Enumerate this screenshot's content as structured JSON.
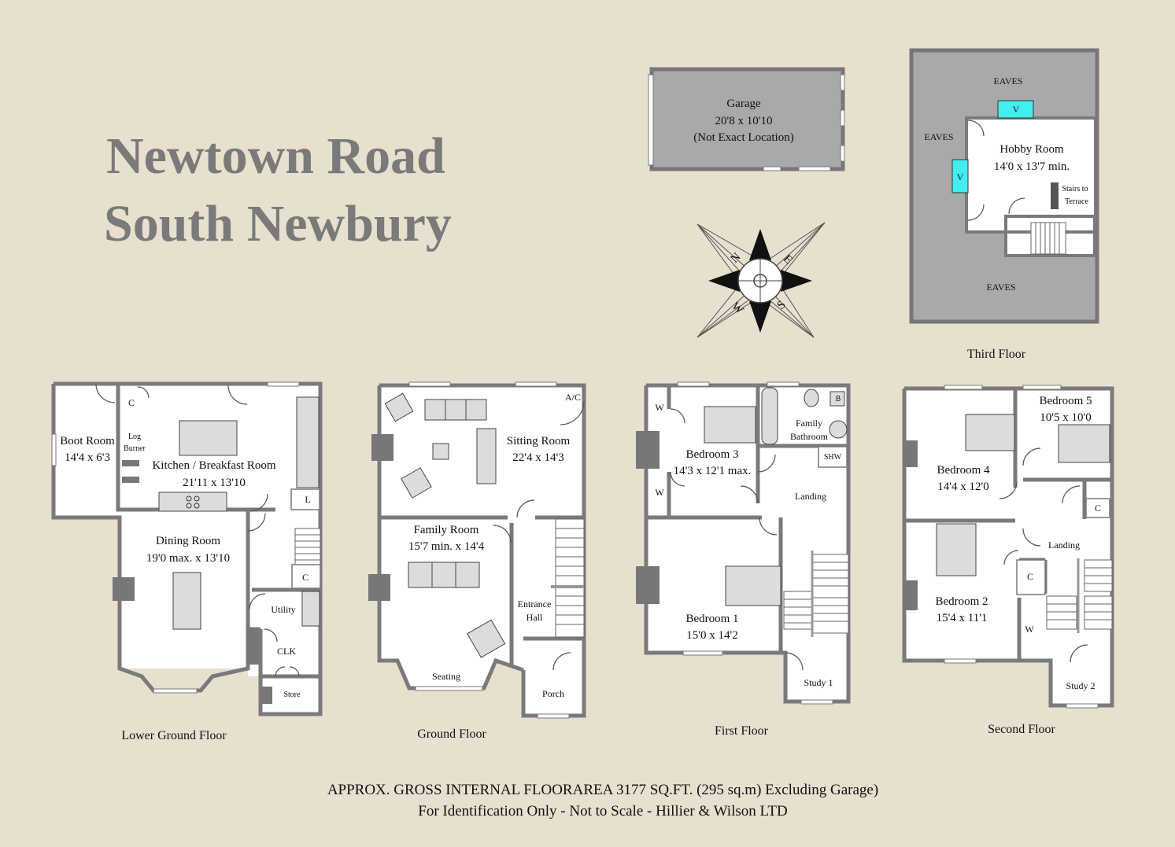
{
  "title": {
    "line1": "Newtown Road",
    "line2": "South Newbury"
  },
  "garage": {
    "name": "Garage",
    "size": "20'8 x 10'10",
    "note": "(Not Exact Location)"
  },
  "compass": {
    "n": "N",
    "e": "E",
    "s": "S",
    "w": "W"
  },
  "third_floor": {
    "caption": "Third Floor",
    "eaves_top": "EAVES",
    "eaves_left": "EAVES",
    "eaves_bottom": "EAVES",
    "hobby_name": "Hobby Room",
    "hobby_size": "14'0 x 13'7 min.",
    "stairs_label_1": "Stairs to",
    "stairs_label_2": "Terrace",
    "velux": "V"
  },
  "lower_ground": {
    "caption": "Lower Ground Floor",
    "boot_name": "Boot Room",
    "boot_size": "14'4 x 6'3",
    "kitchen_name": "Kitchen / Breakfast Room",
    "kitchen_size": "21'11 x 13'10",
    "log_1": "Log",
    "log_2": "Burner",
    "cupboard": "C",
    "larder": "L",
    "dining_name": "Dining Room",
    "dining_size": "19'0 max. x 13'10",
    "utility": "Utility",
    "clk": "CLK",
    "store": "Store",
    "c2": "C"
  },
  "ground": {
    "caption": "Ground Floor",
    "sitting_name": "Sitting Room",
    "sitting_size": "22'4 x 14'3",
    "ac": "A/C",
    "family_name": "Family Room",
    "family_size": "15'7 min. x 14'4",
    "seating": "Seating",
    "hall_1": "Entrance",
    "hall_2": "Hall",
    "porch": "Porch"
  },
  "first": {
    "caption": "First Floor",
    "bed3_name": "Bedroom 3",
    "bed3_size": "14'3 x 12'1 max.",
    "bath_1": "Family",
    "bath_2": "Bathroom",
    "boiler": "B",
    "shw": "SHW",
    "wardrobe": "W",
    "landing": "Landing",
    "bed1_name": "Bedroom 1",
    "bed1_size": "15'0 x 14'2",
    "study": "Study 1"
  },
  "second": {
    "caption": "Second Floor",
    "bed5_name": "Bedroom 5",
    "bed5_size": "10'5 x 10'0",
    "bed4_name": "Bedroom 4",
    "bed4_size": "14'4 x 12'0",
    "cupboard": "C",
    "landing": "Landing",
    "bed2_name": "Bedroom 2",
    "bed2_size": "15'4 x 11'1",
    "wardrobe": "W",
    "study": "Study 2"
  },
  "footer": {
    "line1": "APPROX. GROSS INTERNAL FLOORAREA 3177 SQ.FT. (295 sq.m) Excluding Garage)",
    "line2": "For Identification Only - Not to Scale - Hillier & Wilson LTD"
  }
}
